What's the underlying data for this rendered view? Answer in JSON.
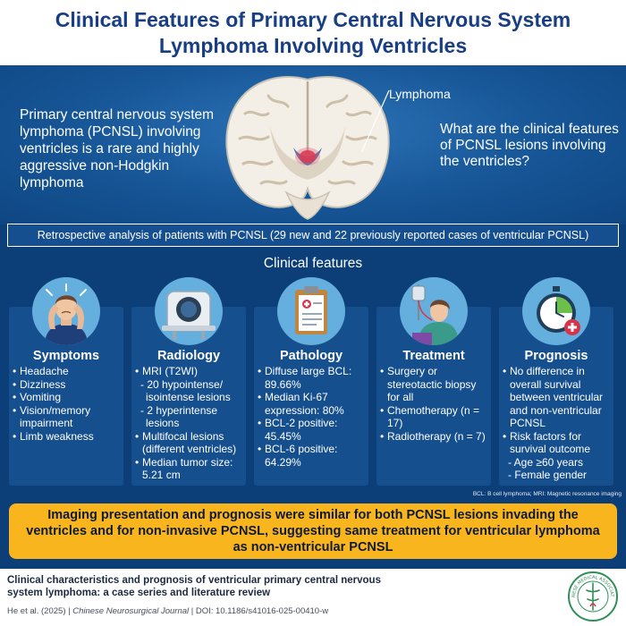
{
  "header": {
    "title": "Clinical Features of Primary Central Nervous System Lymphoma Involving Ventricles"
  },
  "hero": {
    "left_text": "Primary central nervous system lymphoma (PCNSL) involving ventricles is a rare and highly aggressive non-Hodgkin lymphoma",
    "right_text": "What are the clinical features of PCNSL lesions involving the ventricles?",
    "lymphoma_label": "Lymphoma"
  },
  "retrospective": "Retrospective analysis of patients with PCNSL (29 new and 22 previously reported cases of ventricular PCNSL)",
  "clinical_features_title": "Clinical features",
  "cards": [
    {
      "title": "Symptoms",
      "bullets": [
        "Headache",
        "Dizziness",
        "Vomiting",
        "Vision/memory impairment",
        "Limb weakness"
      ]
    },
    {
      "title": "Radiology",
      "line1": "MRI (T2WI)",
      "sub1": "- 20 hypointense/ isointense lesions",
      "sub2": "- 2 hyperintense lesions",
      "line2": "Multifocal lesions (different ventricles)",
      "line3": "Median tumor size: 5.21 cm"
    },
    {
      "title": "Pathology",
      "bullets": [
        "Diffuse large BCL: 89.66%",
        "Median Ki-67 expression: 80%",
        "BCL-2 positive: 45.45%",
        "BCL-6 positive: 64.29%"
      ]
    },
    {
      "title": "Treatment",
      "bullets": [
        "Surgery or stereotactic biopsy for all",
        "Chemotherapy (n = 17)",
        "Radiotherapy (n = 7)"
      ]
    },
    {
      "title": "Prognosis",
      "line1": "No difference in overall survival between ventricular and non-ventricular PCNSL",
      "line2": "Risk factors for survival outcome",
      "sub1": "- Age ≥60 years",
      "sub2": "- Female gender"
    }
  ],
  "footnote": "BCL: B cell lymphoma; MRI: Magnetic resonance imaging",
  "conclusion": "Imaging presentation and prognosis were similar for both PCNSL lesions invading the ventricles and for non-invasive PCNSL, suggesting same treatment for ventricular lymphoma as non-ventricular PCNSL",
  "footer": {
    "paper_title": "Clinical characteristics and prognosis of ventricular primary central nervous system lymphoma: a case series and literature review",
    "authors": "He et al. (2025)",
    "sep": "|",
    "journal": "Chinese Neurosurgical Journal",
    "doi": "DOI: 10.1186/s41016-025-00410-w",
    "logo_text": "CHINESE MEDICAL ASSOCIATION"
  },
  "colors": {
    "navy": "#0c3f78",
    "card": "#164f8e",
    "circle": "#64afdd",
    "conclusion": "#f9b51d",
    "title_text": "#183e83"
  },
  "icons": [
    "brain-icon",
    "headache-person-icon",
    "mri-scanner-icon",
    "clipboard-report-icon",
    "patient-iv-icon",
    "stopwatch-plus-icon",
    "cma-logo-icon"
  ]
}
